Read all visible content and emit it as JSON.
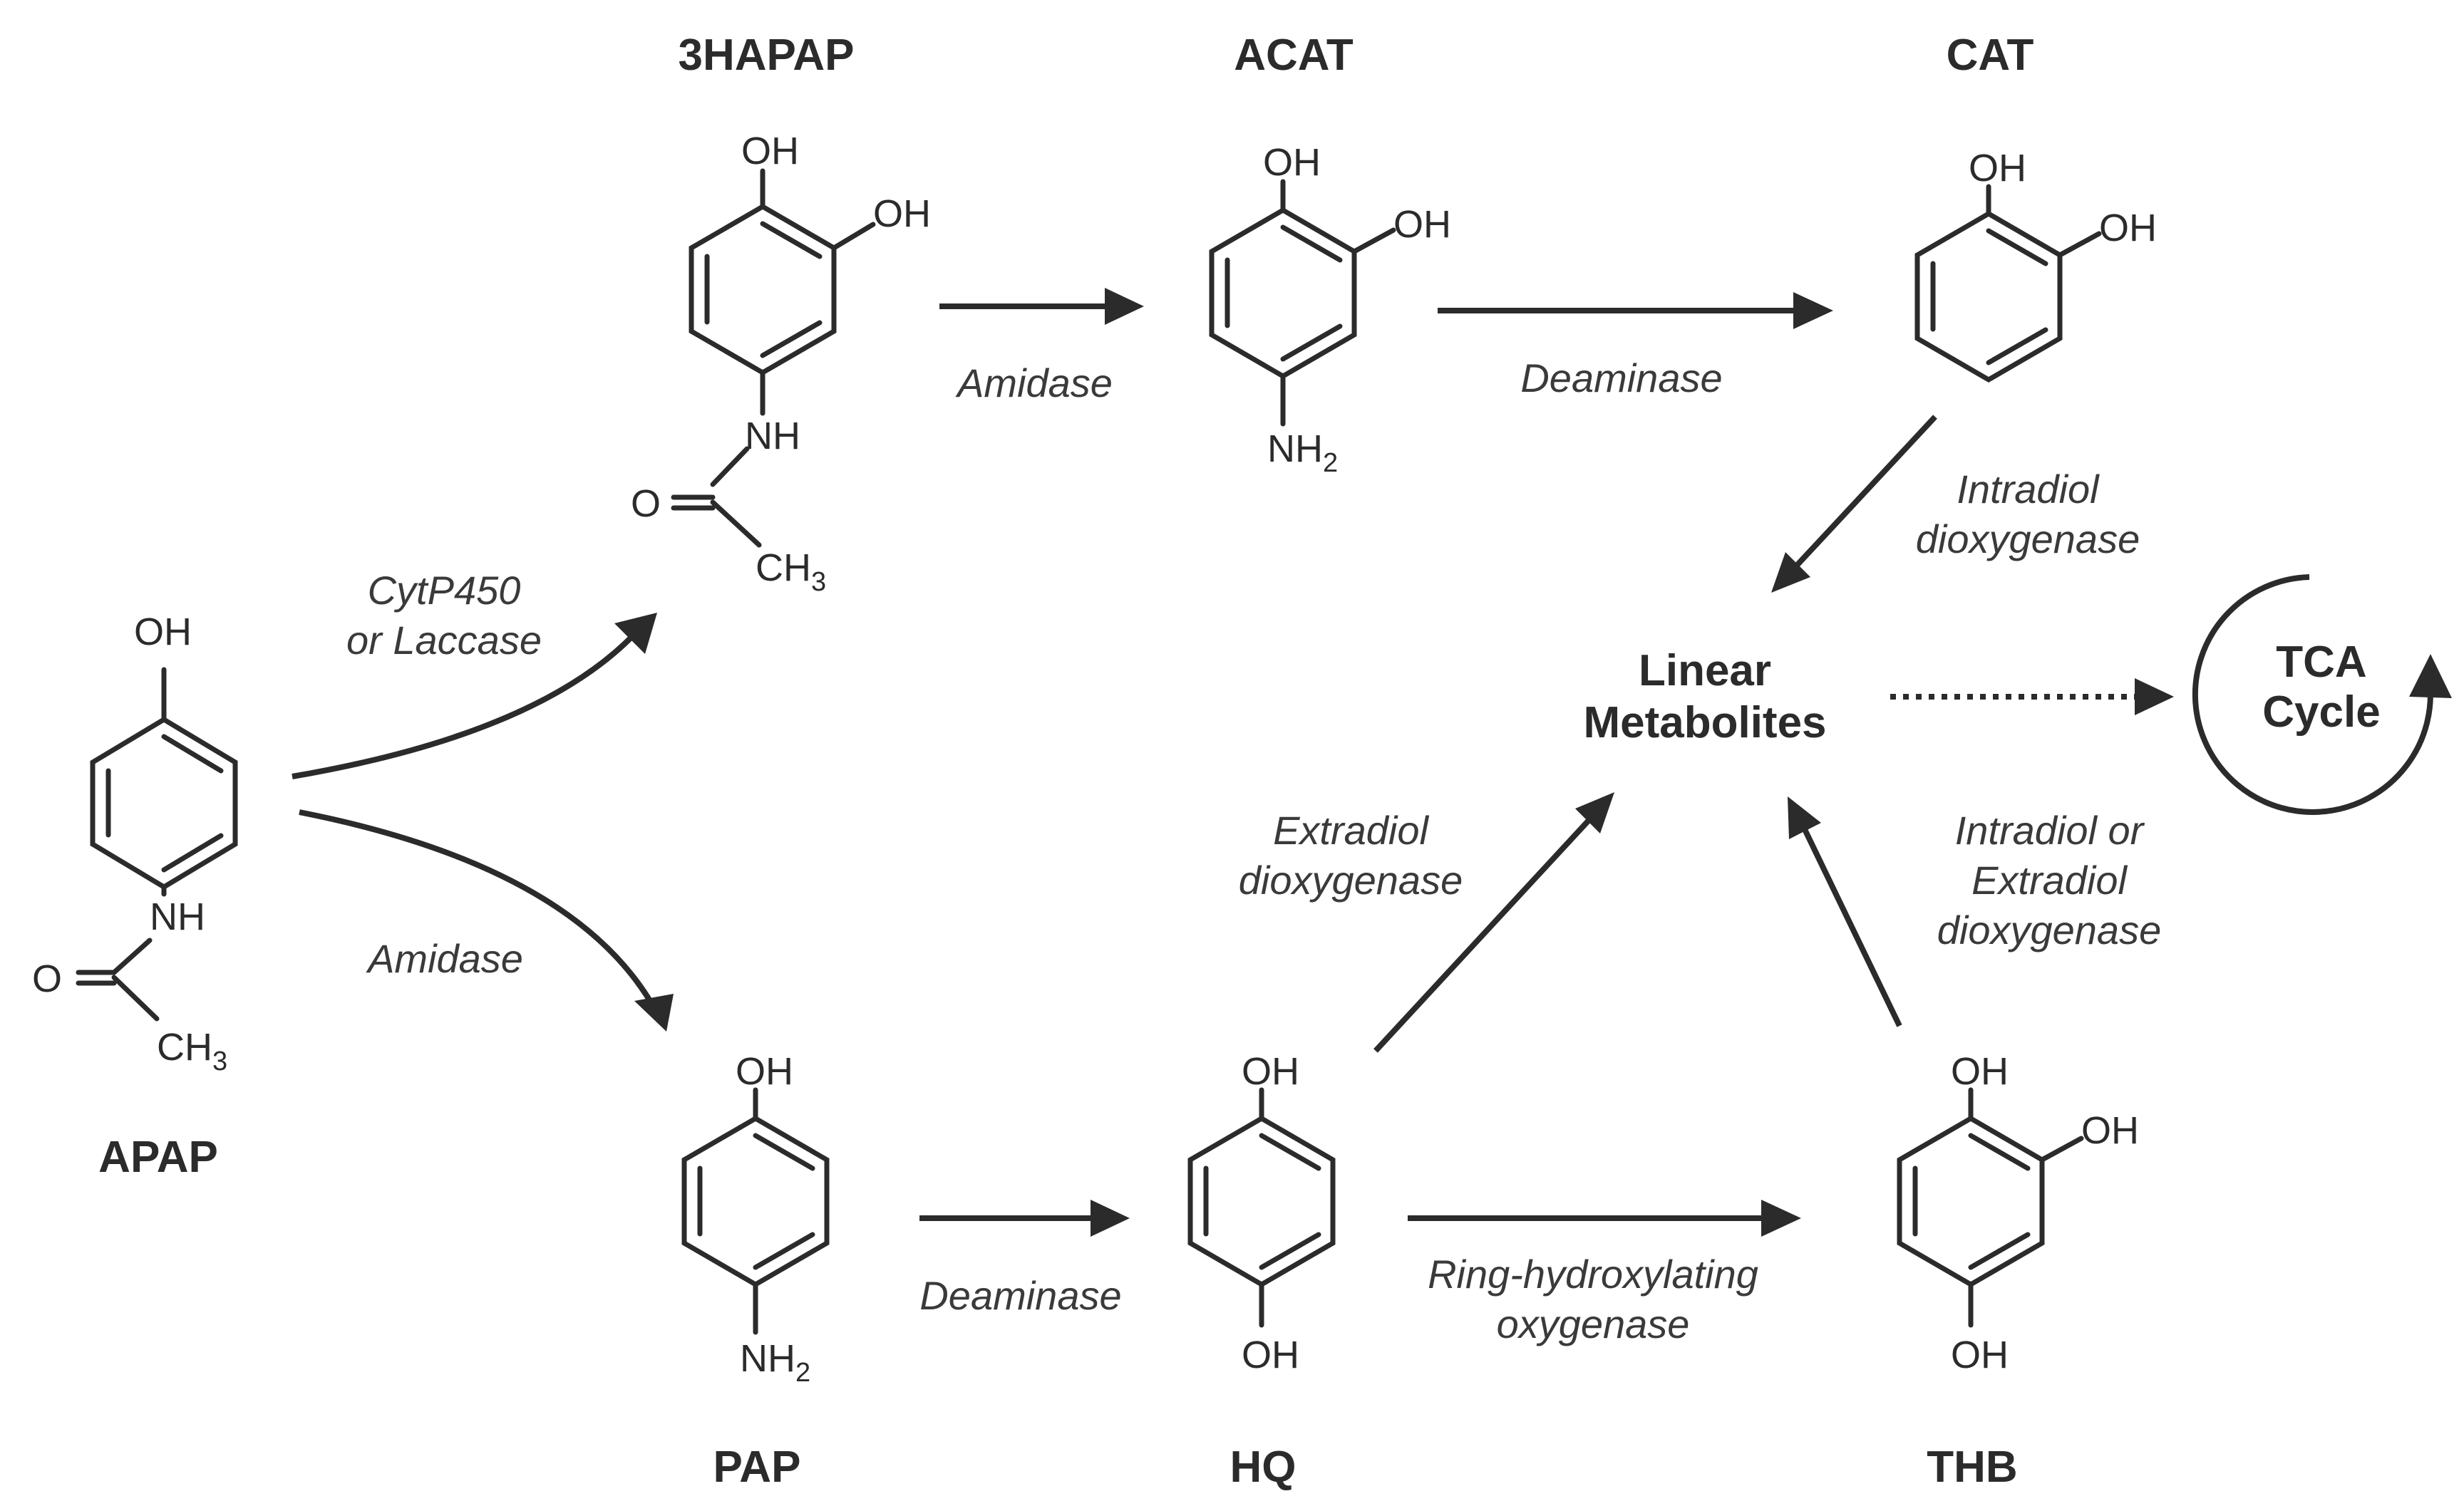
{
  "compounds": {
    "apap": "APAP",
    "hapap": "3HAPAP",
    "acat": "ACAT",
    "cat": "CAT",
    "pap": "PAP",
    "hq": "HQ",
    "thb": "THB"
  },
  "atoms": {
    "oh": "OH",
    "nh": "NH",
    "nh2_main": "NH",
    "nh2_sub": "2",
    "o": "O",
    "ch3_main": "CH",
    "ch3_sub": "3"
  },
  "enzymes": {
    "cytp450_line1": "CytP450",
    "cytp450_line2": "or Laccase",
    "amidase_apap": "Amidase",
    "amidase_3hapap": "Amidase",
    "deaminase_acat": "Deaminase",
    "intradiol_line1": "Intradiol",
    "intradiol_line2": "dioxygenase",
    "extradiol_line1": "Extradiol",
    "extradiol_line2": "dioxygenase",
    "intra_extra_line1": "Intradiol or",
    "intra_extra_line2": "Extradiol",
    "intra_extra_line3": "dioxygenase",
    "deaminase_pap": "Deaminase",
    "ring_line1": "Ring-hydroxylating",
    "ring_line2": "oxygenase"
  },
  "hub": {
    "linear_line1": "Linear",
    "linear_line2": "Metabolites",
    "tca_line1": "TCA",
    "tca_line2": "Cycle"
  }
}
